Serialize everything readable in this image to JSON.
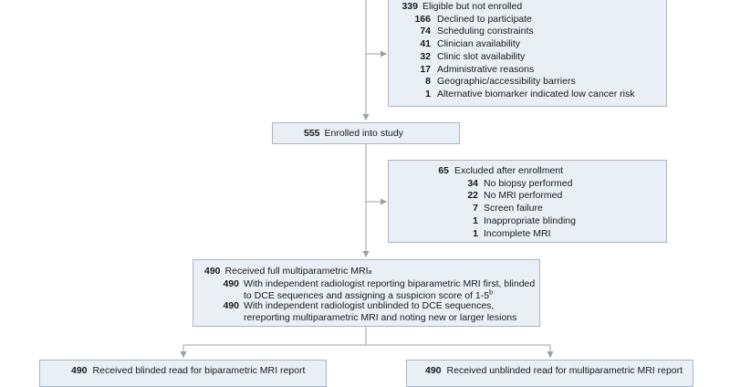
{
  "colors": {
    "box_fill": "#eaeff5",
    "box_border": "#a9b6c6",
    "connector": "#9aa0a6",
    "text": "#1a1a1a"
  },
  "eligible_box": {
    "main": {
      "count": "339",
      "label": "Eligible but not enrolled"
    },
    "items": [
      {
        "count": "166",
        "label": "Declined to participate"
      },
      {
        "count": "74",
        "label": "Scheduling constraints"
      },
      {
        "count": "41",
        "label": "Clinician availability"
      },
      {
        "count": "32",
        "label": "Clinic slot availability"
      },
      {
        "count": "17",
        "label": "Administrative reasons"
      },
      {
        "count": "8",
        "label": "Geographic/accessibility barriers"
      },
      {
        "count": "1",
        "label": "Alternative biomarker indicated low cancer risk"
      }
    ]
  },
  "enrolled_box": {
    "count": "555",
    "label": "Enrolled into study"
  },
  "excluded_box": {
    "main": {
      "count": "65",
      "label": "Excluded after enrollment"
    },
    "items": [
      {
        "count": "34",
        "label": "No biopsy performed"
      },
      {
        "count": "22",
        "label": "No MRI performed"
      },
      {
        "count": "7",
        "label": "Screen failure"
      },
      {
        "count": "1",
        "label": "Inappropriate blinding"
      },
      {
        "count": "1",
        "label": "Incomplete MRI"
      }
    ]
  },
  "mri_box": {
    "main": {
      "count": "490",
      "label": "Received full multiparametric MRI",
      "sup": "a"
    },
    "items": [
      {
        "count": "490",
        "label": "With independent radiologist reporting biparametric MRI first, blinded to DCE sequences and assigning a suspicion score of 1-5",
        "sup": "b"
      },
      {
        "count": "490",
        "label": "With independent radiologist unblinded to DCE sequences, rereporting multiparametric MRI and noting new or larger lesions"
      }
    ]
  },
  "bottom_left_box": {
    "count": "490",
    "label": "Received blinded read for biparametric MRI report"
  },
  "bottom_right_box": {
    "count": "490",
    "label": "Received unblinded read for multiparametric MRI report"
  }
}
